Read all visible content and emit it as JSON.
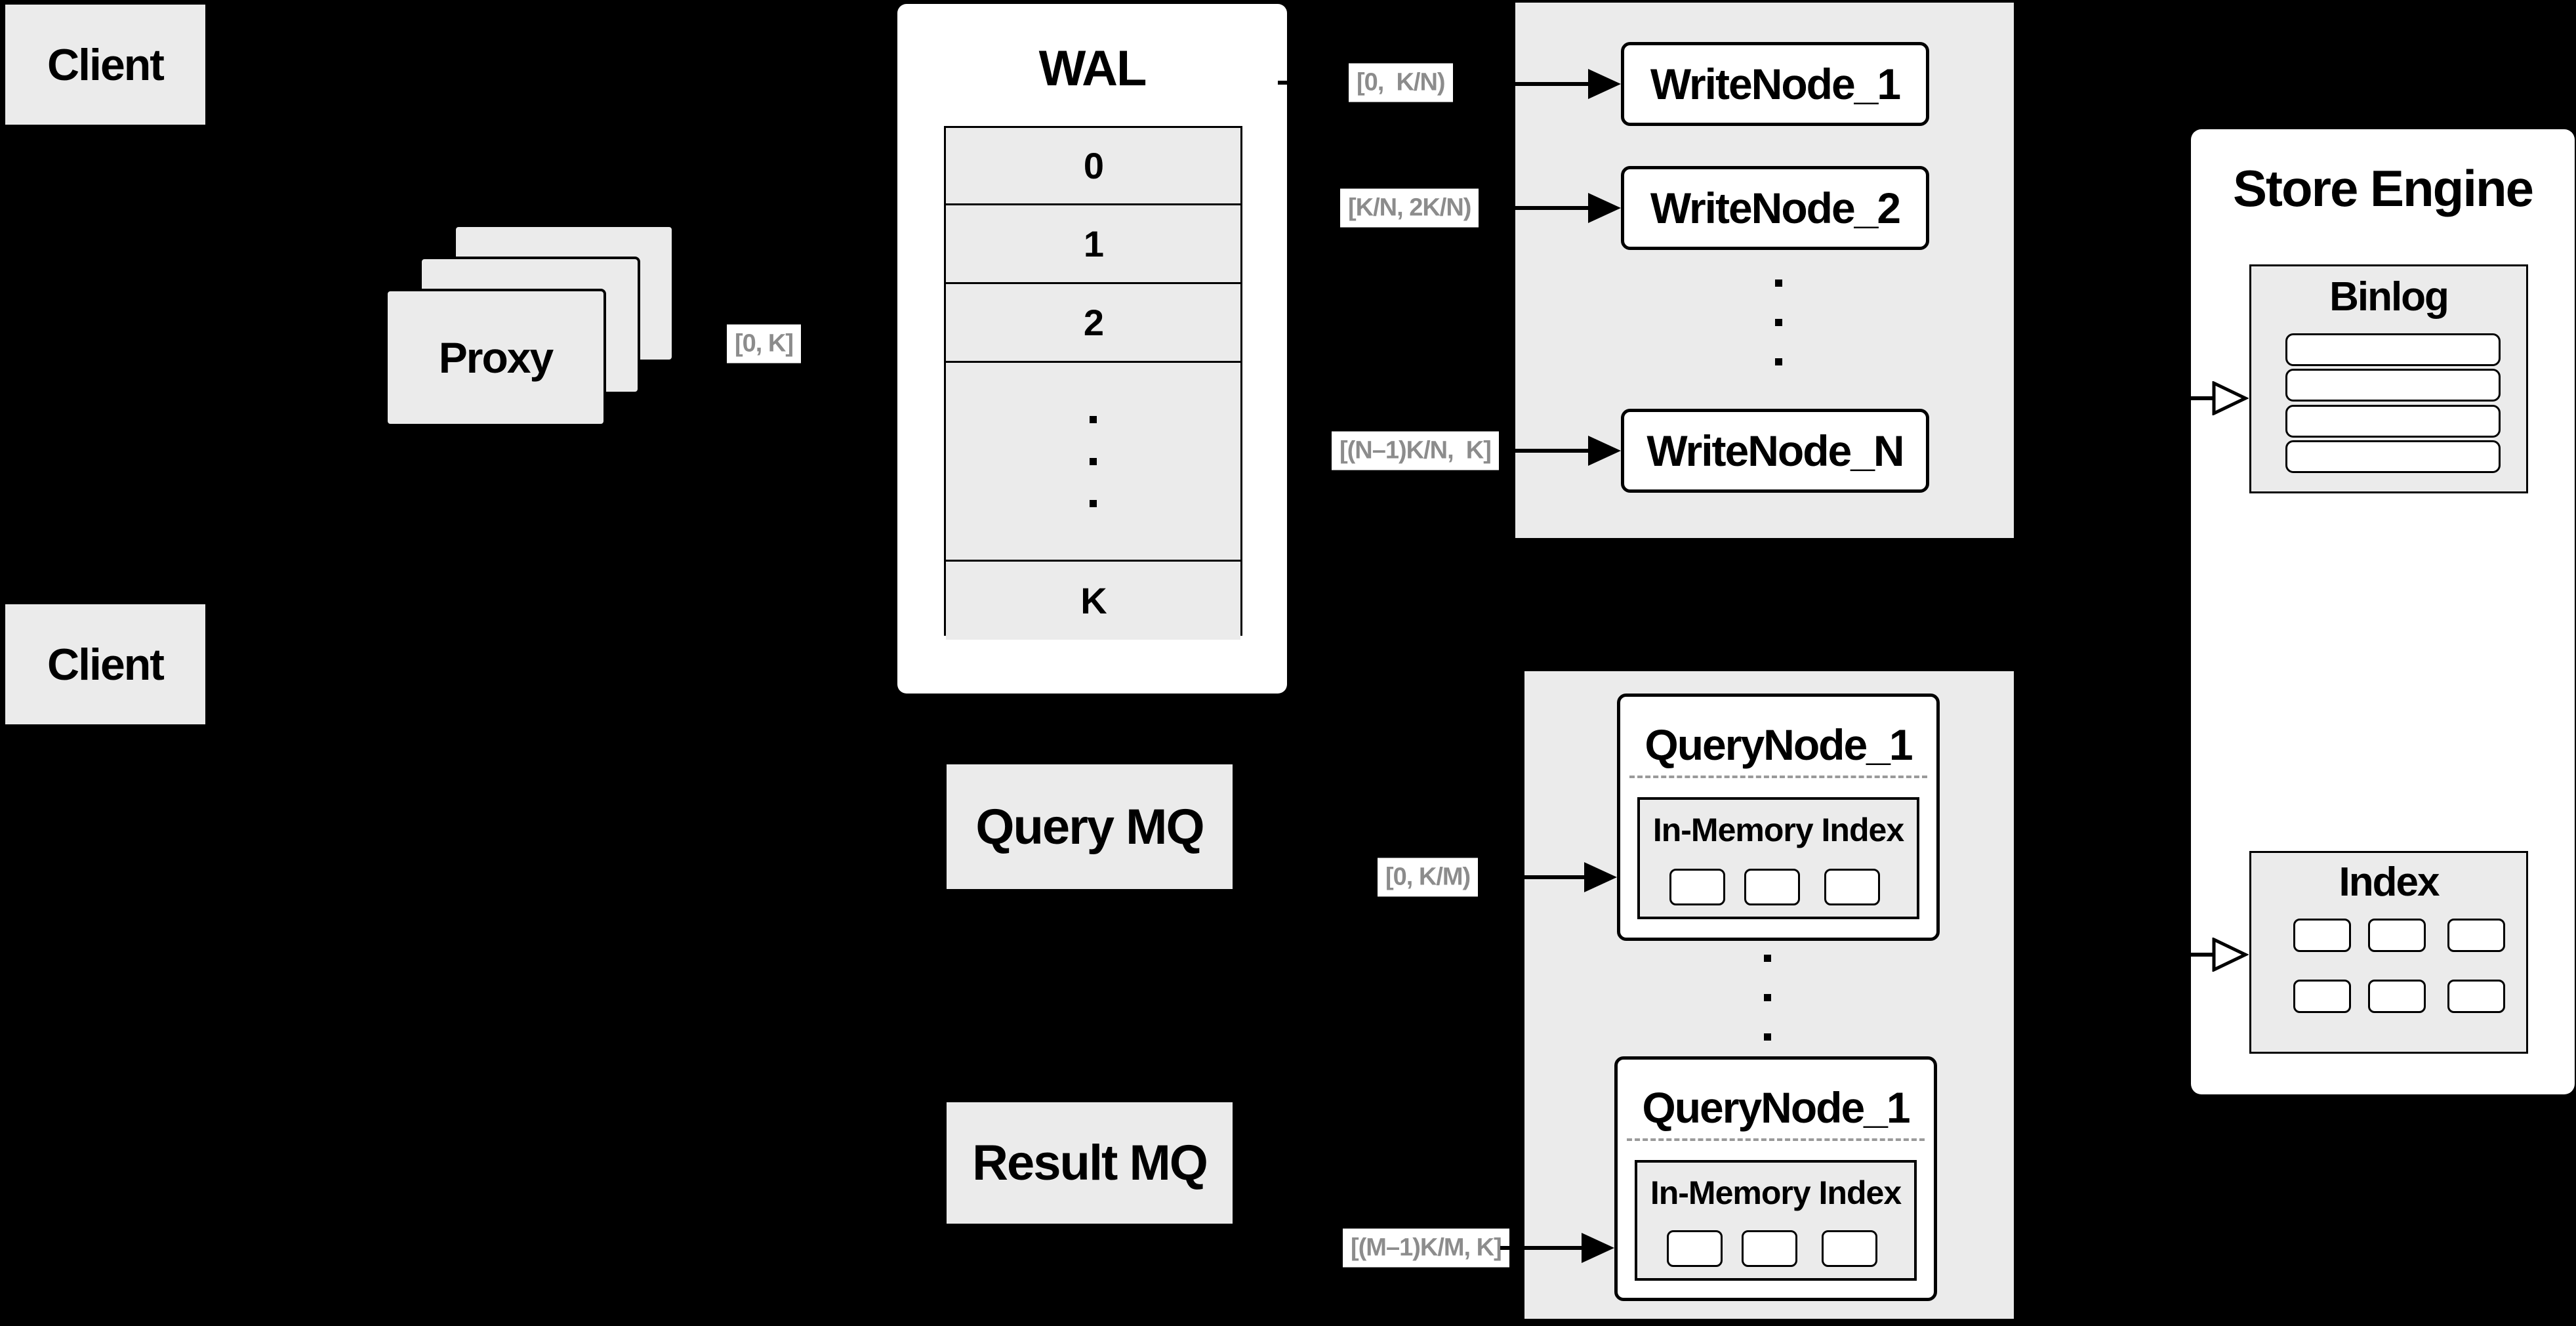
{
  "diagram": {
    "clients": {
      "top": "Client",
      "bottom": "Client"
    },
    "proxy": {
      "label": "Proxy"
    },
    "wal": {
      "title": "WAL",
      "rows": [
        "0",
        "1",
        "2",
        "K"
      ]
    },
    "range_labels": {
      "proxy_to_wal": "[0, K]",
      "wal_to_writenode1": "[0,  K/N)",
      "wal_to_writenode2": "[K/N, 2K/N)",
      "wal_to_writenodeN": "[(N–1)K/N,  K]",
      "querymq_to_querynode1": "[0, K/M)",
      "resultmq_to_querynode2": "[(M–1)K/M, K]"
    },
    "write_nodes": [
      "WriteNode_1",
      "WriteNode_2",
      "WriteNode_N"
    ],
    "mq": {
      "query": "Query MQ",
      "result": "Result MQ"
    },
    "query_nodes": [
      {
        "title": "QueryNode_1",
        "inner_title": "In-Memory Index"
      },
      {
        "title": "QueryNode_1",
        "inner_title": "In-Memory Index"
      }
    ],
    "store_engine": {
      "title": "Store Engine",
      "binlog_title": "Binlog",
      "index_title": "Index"
    },
    "colors": {
      "background": "#000000",
      "box_gray": "#ebebeb",
      "box_white": "#ffffff",
      "border": "#000000",
      "range_label_text": "#8c8c8c",
      "dashed_divider": "#9a9a9a"
    }
  }
}
